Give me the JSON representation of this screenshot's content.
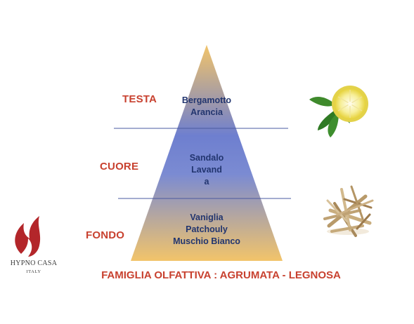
{
  "pyramid": {
    "levels": [
      {
        "label": "TESTA",
        "notes": [
          "Bergamotto",
          "Arancia"
        ]
      },
      {
        "label": "CUORE",
        "notes": [
          "Sandalo",
          "Lavand",
          "a"
        ]
      },
      {
        "label": "FONDO",
        "notes": [
          "Vaniglia",
          "Patchouly",
          "Muschio Bianco"
        ]
      }
    ],
    "colors": {
      "gold": "#f2c46a",
      "blue": "#6e7fcf",
      "label_red": "#c8412f",
      "note_navy": "#22356f",
      "divider": "#4a5aa0"
    }
  },
  "family_line": "FAMIGLIA OLFATTIVA : AGRUMATA - LEGNOSA",
  "logo": {
    "brand": "HYPNO CASA",
    "sub": "ITALY",
    "mark_color": "#b3262a"
  },
  "images": {
    "top": "bergamot-citrus-icon",
    "bottom": "sandalwood-chips-icon"
  }
}
